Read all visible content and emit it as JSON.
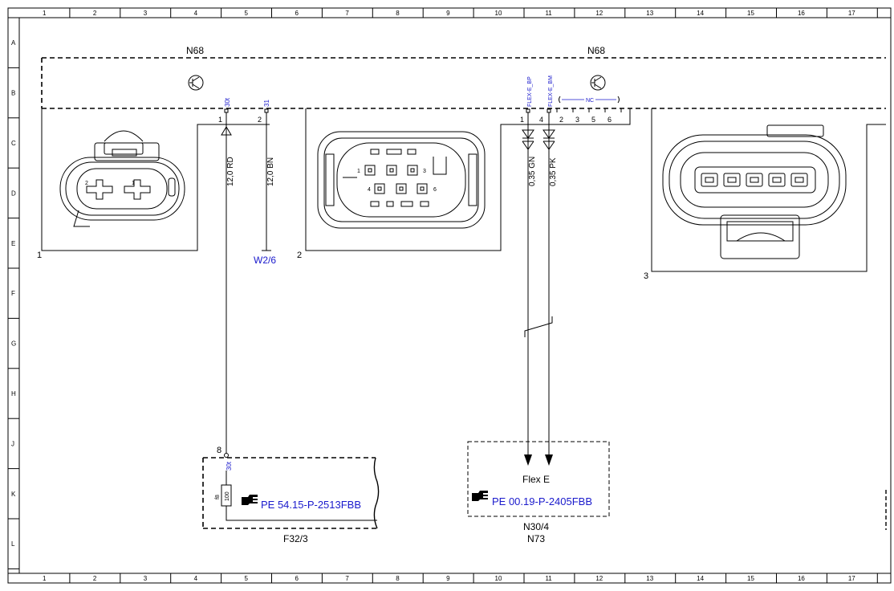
{
  "frame": {
    "columns": [
      "1",
      "2",
      "3",
      "4",
      "5",
      "6",
      "7",
      "8",
      "9",
      "10",
      "11",
      "12",
      "13",
      "14",
      "15",
      "16",
      "17"
    ],
    "rows": [
      "A",
      "B",
      "C",
      "D",
      "E",
      "F",
      "G",
      "H",
      "J",
      "K",
      "L"
    ]
  },
  "module": {
    "label_left": "N68",
    "label_right": "N68"
  },
  "connector1": {
    "number": "1",
    "pins": [
      {
        "num": "1",
        "signal": "30t"
      },
      {
        "num": "2",
        "signal": "31"
      }
    ],
    "face_pins": [
      "2",
      "1"
    ]
  },
  "connector2": {
    "number": "2",
    "face_pins": [
      "1",
      "3",
      "4",
      "6"
    ]
  },
  "connector3": {
    "number": "3"
  },
  "connector_right_pins": {
    "pins": [
      {
        "num": "1",
        "signal": "FLEX-E_BP"
      },
      {
        "num": "4",
        "signal": "FLEX-E_BM"
      },
      {
        "num": "2"
      },
      {
        "num": "3"
      },
      {
        "num": "5"
      },
      {
        "num": "6"
      }
    ],
    "nc_label": "NC"
  },
  "wires": [
    {
      "label": "12,0 RD"
    },
    {
      "label": "12,0 BN"
    },
    {
      "label": "0,35 GN"
    },
    {
      "label": "0,35 PK"
    }
  ],
  "ground": {
    "label": "W2/6"
  },
  "fusebox": {
    "pin": "8",
    "signal": "30t",
    "fuse_id": "f8",
    "fuse_rating": "100",
    "ref": "PE 54.15-P-2513FBB",
    "name": "F32/3"
  },
  "flexe": {
    "title": "Flex E",
    "ref": "PE 00.19-P-2405FBB",
    "name1": "N30/4",
    "name2": "N73"
  },
  "colors": {
    "line": "#000000",
    "link": "#1a1acc"
  }
}
